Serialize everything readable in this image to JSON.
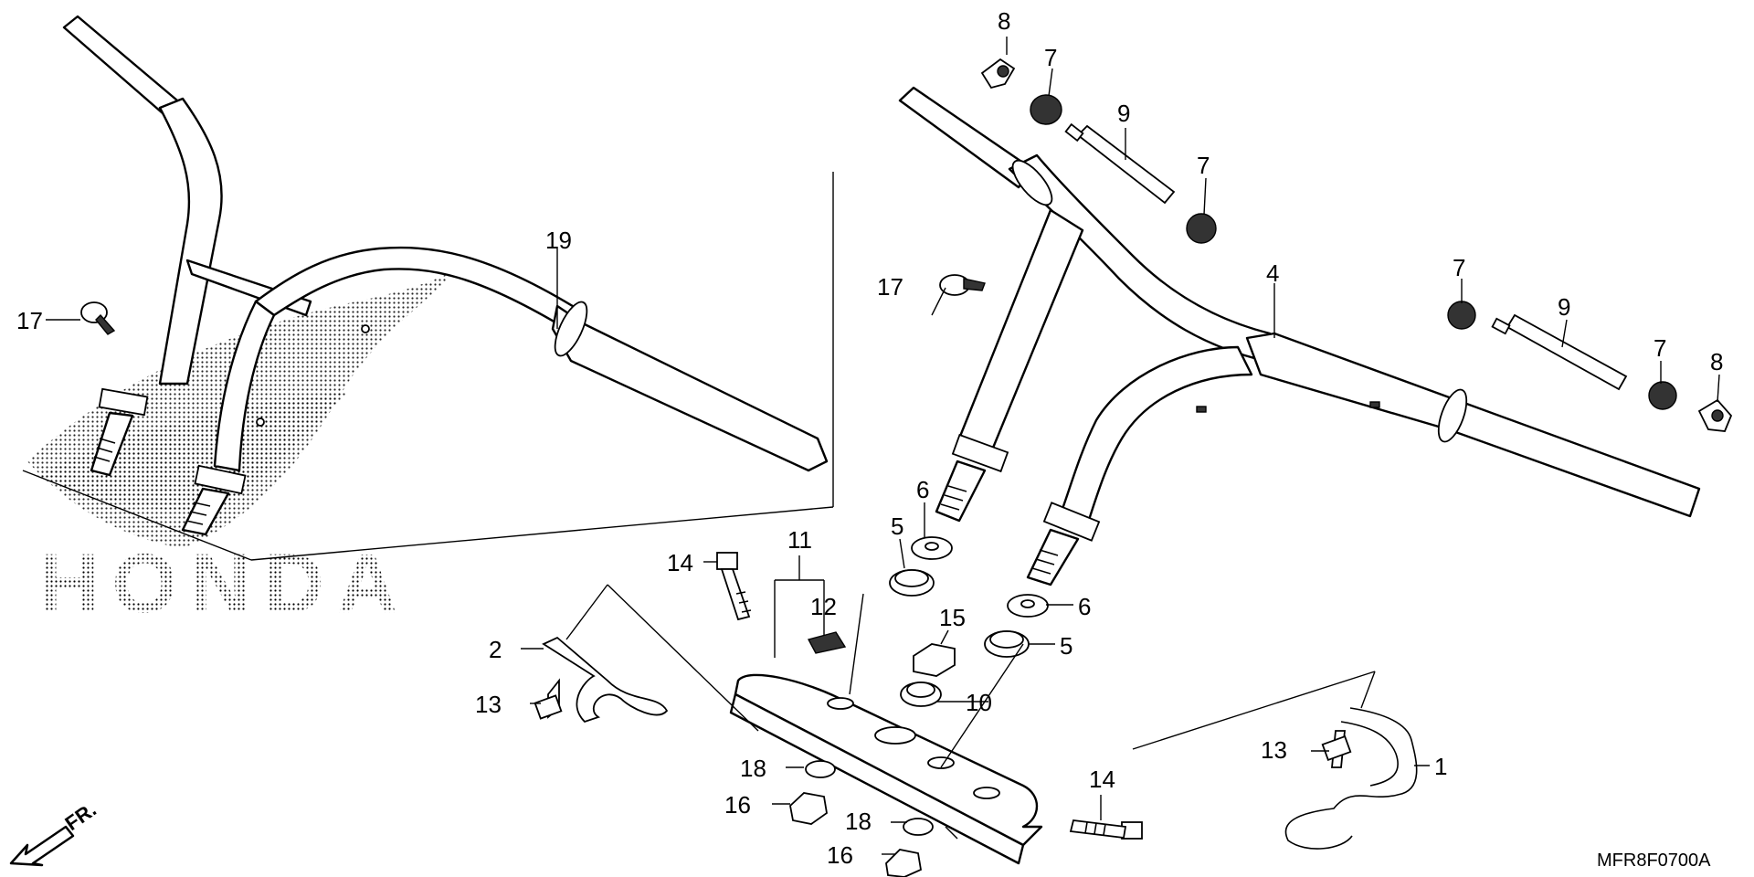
{
  "diagram": {
    "code": "MFR8F0700A",
    "front_marker": "FR.",
    "watermark": "HONDA",
    "callouts": {
      "c1": "1",
      "c2": "2",
      "c4": "4",
      "c5a": "5",
      "c5b": "5",
      "c6a": "6",
      "c6b": "6",
      "c7a": "7",
      "c7b": "7",
      "c7c": "7",
      "c7d": "7",
      "c8a": "8",
      "c8b": "8",
      "c9a": "9",
      "c9b": "9",
      "c10": "10",
      "c11": "11",
      "c12": "12",
      "c13a": "13",
      "c13b": "13",
      "c14a": "14",
      "c14b": "14",
      "c15": "15",
      "c16a": "16",
      "c16b": "16",
      "c17a": "17",
      "c17b": "17",
      "c18a": "18",
      "c18b": "18",
      "c19": "19"
    }
  }
}
